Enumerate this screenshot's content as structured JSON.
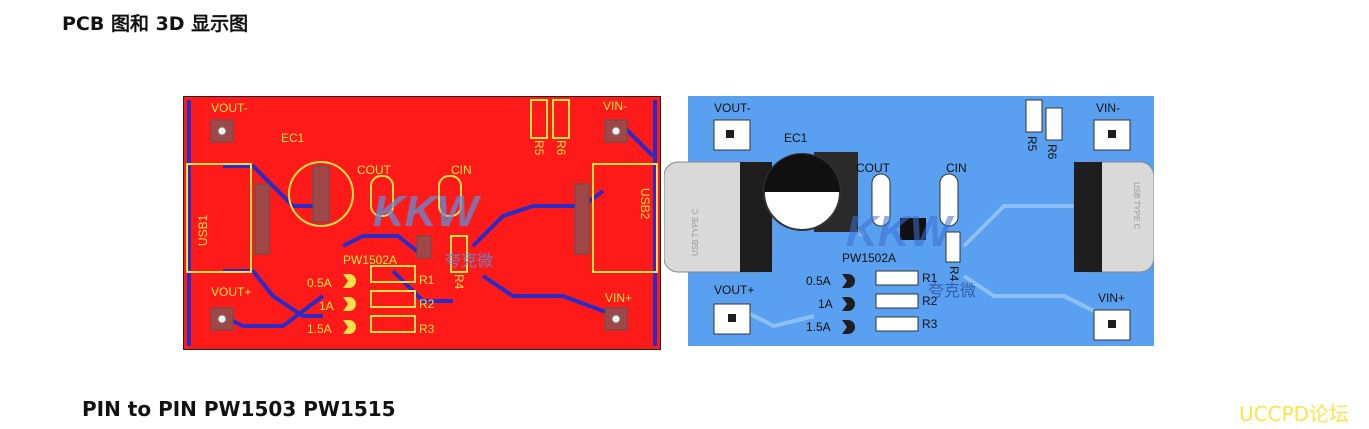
{
  "title": "PCB 图和 3D 显示图",
  "footer": "PIN to PIN PW1503  PW1515",
  "watermark": "UCCPD论坛",
  "colors": {
    "pcb_red": "#ff1a1a",
    "pcb_blue": "#5aa0f0",
    "trace_blue": "#2b2bc8",
    "silk_yellow": "#f5e04a"
  },
  "pcb2d": {
    "vout_minus": "VOUT-",
    "vin_minus": "VIN-",
    "vout_plus": "VOUT+",
    "vin_plus": "VIN+",
    "ec1": "EC1",
    "cout": "COUT",
    "cin": "CIN",
    "usb1": "USB1",
    "usb2": "USB2",
    "r1": "R1",
    "r2": "R2",
    "r3": "R3",
    "r4": "R4",
    "r5": "R5",
    "r6": "R6",
    "chip": "PW1502A",
    "i05": "0.5A",
    "i1": "1A",
    "i15": "1.5A",
    "logo": "KKW",
    "logo_cn": "夸克微"
  },
  "pcb3d": {
    "vout_minus": "VOUT-",
    "vin_minus": "VIN-",
    "vout_plus": "VOUT+",
    "vin_plus": "VIN+",
    "ec1": "EC1",
    "cout": "COUT",
    "cin": "CIN",
    "r1": "R1",
    "r2": "R2",
    "r3": "R3",
    "r4": "R4",
    "r5": "R5",
    "r6": "R6",
    "chip": "PW1502A",
    "i05": "0.5A",
    "i1": "1A",
    "i15": "1.5A",
    "usb_left": "USB TYPE C",
    "usb_right": "USB TYPE C",
    "logo": "KKW",
    "logo_cn": "夸克微"
  }
}
